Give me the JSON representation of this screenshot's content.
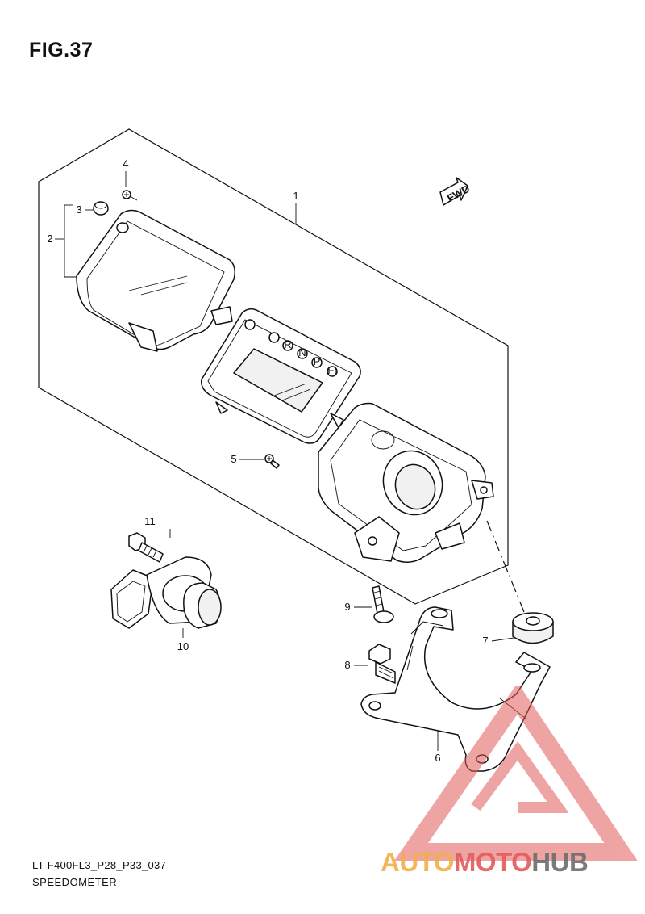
{
  "figure": {
    "title": "FIG.37"
  },
  "callouts": [
    {
      "id": "1",
      "label": "1"
    },
    {
      "id": "2",
      "label": "2"
    },
    {
      "id": "3",
      "label": "3"
    },
    {
      "id": "4",
      "label": "4"
    },
    {
      "id": "5",
      "label": "5"
    },
    {
      "id": "6",
      "label": "6"
    },
    {
      "id": "7",
      "label": "7"
    },
    {
      "id": "8",
      "label": "8"
    },
    {
      "id": "9",
      "label": "9"
    },
    {
      "id": "10",
      "label": "10"
    },
    {
      "id": "11",
      "label": "11"
    }
  ],
  "fwd_arrow": {
    "label": "FWD"
  },
  "indicator_lamps": [
    "",
    "R",
    "N",
    "P",
    "FI"
  ],
  "footer": {
    "model_code": "LT-F400FL3_P28_P33_037",
    "section_name": "SPEEDOMETER"
  },
  "watermark": {
    "part1": "AUTO",
    "part2": "MOTO",
    "part3": "HUB",
    "colors": {
      "auto": "#f0b04a",
      "moto": "#e35b5b",
      "hub": "#6d6d6d",
      "triangle": "#e35b5b"
    }
  }
}
